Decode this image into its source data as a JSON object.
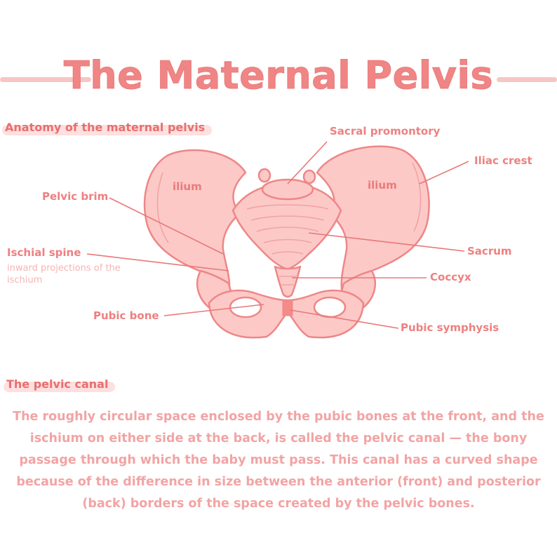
{
  "title": "The Maternal Pelvis",
  "sections": {
    "anatomy_heading": "Anatomy of the maternal pelvis",
    "canal_heading": "The pelvic canal"
  },
  "labels": {
    "sacral_promontory": "Sacral promontory",
    "iliac_crest": "Iliac crest",
    "pelvic_brim": "Pelvic brim",
    "ilium_left": "ilium",
    "ilium_right": "ilium",
    "ischial_spine": "Ischial spine",
    "ischial_spine_desc": "inward projections of the ischium",
    "sacrum": "Sacrum",
    "coccyx": "Coccyx",
    "pubic_bone": "Pubic bone",
    "pubic_symphysis": "Pubic symphysis"
  },
  "canal_text": "The roughly circular space enclosed by the pubic bones at the front, and the ischium on either side at the back, is called the pelvic canal — the bony passage through which the baby must pass. This canal has a curved shape because of the difference in size between the anterior (front) and posterior (back) borders of the space created by the pelvic bones.",
  "colors": {
    "bone_fill": "#fcc9c7",
    "bone_stroke": "#ee8787",
    "title": "#f08585",
    "label": "#ee8080",
    "highlight": "#fde0df",
    "symphysis": "#f48a8a"
  }
}
